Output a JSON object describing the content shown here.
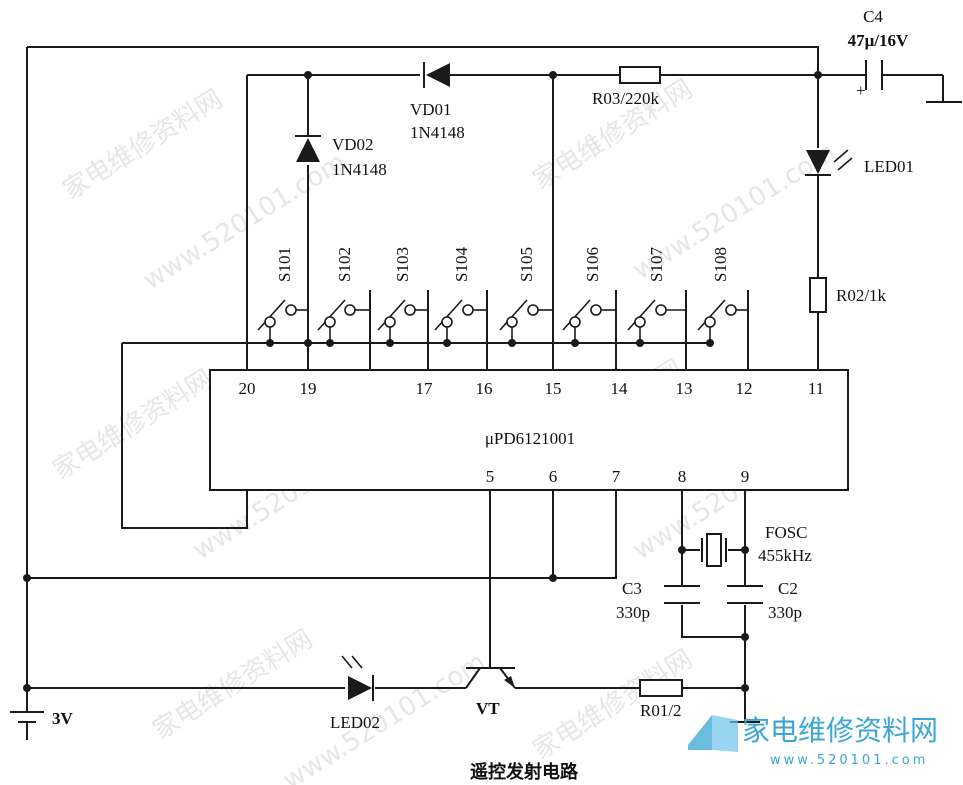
{
  "title": "遥控发射电路",
  "chip": {
    "name": "μPD6121001",
    "top_pins": [
      "20",
      "19",
      "17",
      "16",
      "15",
      "14",
      "13",
      "12",
      "11"
    ],
    "bottom_pins": [
      "5",
      "6",
      "7",
      "8",
      "9"
    ]
  },
  "components": {
    "c4": {
      "ref": "C4",
      "value": "47μ/16V",
      "polarity": "+"
    },
    "vd01": {
      "ref": "VD01",
      "value": "1N4148"
    },
    "vd02": {
      "ref": "VD02",
      "value": "1N4148"
    },
    "r03": "R03/220k",
    "led01": "LED01",
    "r02": "R02/1k",
    "fosc": {
      "ref": "FOSC",
      "value": "455kHz"
    },
    "c3": {
      "ref": "C3",
      "value": "330p"
    },
    "c2": {
      "ref": "C2",
      "value": "330p"
    },
    "led02": "LED02",
    "vt": "VT",
    "r01": "R01/2",
    "battery": "3V"
  },
  "switches": [
    "S101",
    "S102",
    "S103",
    "S104",
    "S105",
    "S106",
    "S107",
    "S108"
  ],
  "watermarks": {
    "text_cn": "家电维修资料网",
    "url": "www.520101.com",
    "logo_text": "家电维修资料网",
    "logo_url": "www.520101.com"
  }
}
